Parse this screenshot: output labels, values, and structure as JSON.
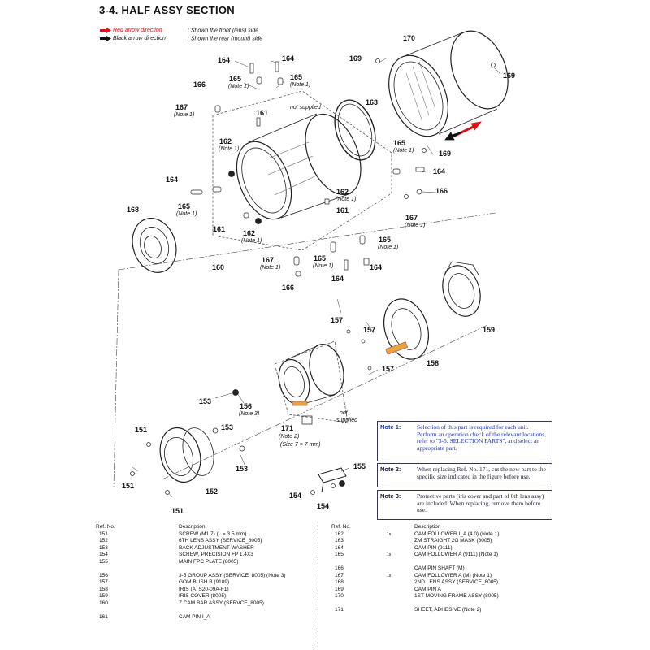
{
  "page": {
    "title": "3-4. HALF ASSY SECTION"
  },
  "legend": {
    "red_label": "Red arrow direction",
    "red_desc": ": Shown the front (lens) side",
    "black_label": "Black arrow direction",
    "black_desc": ": Shown the rear (mount) side",
    "red_color": "#d11111"
  },
  "callouts": {
    "c151a": "151",
    "c151b": "151",
    "c151c": "151",
    "c152": "152",
    "c153a": "153",
    "c153b": "153",
    "c153c": "153",
    "c154a": "154",
    "c154b": "154",
    "c155": "155",
    "c156": "156",
    "c157a": "157",
    "c157b": "157",
    "c157c": "157",
    "c158": "158",
    "c159": "159",
    "c160": "160",
    "c161a": "161",
    "c161b": "161",
    "c161c": "161",
    "c162a": "162",
    "c162b": "162",
    "c162c": "162",
    "c163": "163",
    "c164a": "164",
    "c164b": "164",
    "c164c": "164",
    "c164d": "164",
    "c164e": "164",
    "c164f": "164",
    "c165a": "165",
    "c165b": "165",
    "c165c": "165",
    "c165d": "165",
    "c165e": "165",
    "c165f": "165",
    "c166a": "166",
    "c166b": "166",
    "c166c": "166",
    "c167a": "167",
    "c167b": "167",
    "c167c": "167",
    "c168": "168",
    "c169a": "169",
    "c169b": "169",
    "c169c": "169",
    "c170": "170",
    "c171": "171"
  },
  "small_notes": {
    "note1": "(Note 1)",
    "note2": "(Note 2)",
    "note3": "(Note 3)",
    "not_supplied": "not supplied",
    "not": "not",
    "supplied": "supplied",
    "size": "(Size 7 × 7 mm)"
  },
  "notes": [
    {
      "label": "Note 1:",
      "text": "Selection of this part is required for each unit. Perform an operation check of the relevant locations, refer to \"3-5. SELECTION PARTS\", and select an appropriate part."
    },
    {
      "label": "Note 2:",
      "text": "When replacing Ref. No. 171, cut the new part to the specific size indicated in the figure before use."
    },
    {
      "label": "Note 3:",
      "text": "Protective parts (iris cover and part of 6th lens assy) are included. When replacing, remove them before use."
    }
  ],
  "parts_table": {
    "headers": {
      "ref": "Ref. No.",
      "desc": "Description"
    },
    "left": [
      {
        "ref": "151",
        "mark": "",
        "desc": "SCREW (M1.7) (L = 3.5 mm)"
      },
      {
        "ref": "152",
        "mark": "",
        "desc": "6TH LENS ASSY (SERVICE_8005)"
      },
      {
        "ref": "153",
        "mark": "",
        "desc": "BACK ADJUSTMENT WASHER"
      },
      {
        "ref": "154",
        "mark": "",
        "desc": "SCREW, PRECISION +P 1.4X3"
      },
      {
        "ref": "155",
        "mark": "",
        "desc": "MAIN FPC PLATE (8005)"
      },
      {
        "ref": "",
        "mark": "",
        "desc": ""
      },
      {
        "ref": "156",
        "mark": "",
        "desc": "3-5 GROUP ASSY (SERVICE_8005) (Note 3)"
      },
      {
        "ref": "157",
        "mark": "",
        "desc": "GOM BUSH B (9109)"
      },
      {
        "ref": "158",
        "mark": "",
        "desc": "IRIS (ATS20-09A-F1)"
      },
      {
        "ref": "159",
        "mark": "",
        "desc": "IRIS COVER (8005)"
      },
      {
        "ref": "160",
        "mark": "",
        "desc": "Z CAM BAR ASSY (SERVCE_8005)"
      },
      {
        "ref": "",
        "mark": "",
        "desc": ""
      },
      {
        "ref": "161",
        "mark": "",
        "desc": "CAM PIN I_A"
      }
    ],
    "right": [
      {
        "ref": "162",
        "mark": "1s",
        "desc": "CAM FOLLOWER I_A (4.0) (Note 1)"
      },
      {
        "ref": "163",
        "mark": "",
        "desc": "ZM STRAIGHT 2G MASK (8005)"
      },
      {
        "ref": "164",
        "mark": "",
        "desc": "CAM PIN (9111)"
      },
      {
        "ref": "165",
        "mark": "1s",
        "desc": "CAM FOLLOWER A (9111) (Note 1)"
      },
      {
        "ref": "",
        "mark": "",
        "desc": ""
      },
      {
        "ref": "166",
        "mark": "",
        "desc": "CAM PIN SHAFT (M)"
      },
      {
        "ref": "167",
        "mark": "1s",
        "desc": "CAM FOLLOWER A (M) (Note 1)"
      },
      {
        "ref": "168",
        "mark": "",
        "desc": "2ND LENS ASSY (SERVICE_8005)"
      },
      {
        "ref": "169",
        "mark": "",
        "desc": "CAM PIN A"
      },
      {
        "ref": "170",
        "mark": "",
        "desc": "1ST MOVING FRAME ASSY (8005)"
      },
      {
        "ref": "",
        "mark": "",
        "desc": ""
      },
      {
        "ref": "171",
        "mark": "",
        "desc": "SHEET, ADHESIVE (Note 2)"
      }
    ]
  }
}
